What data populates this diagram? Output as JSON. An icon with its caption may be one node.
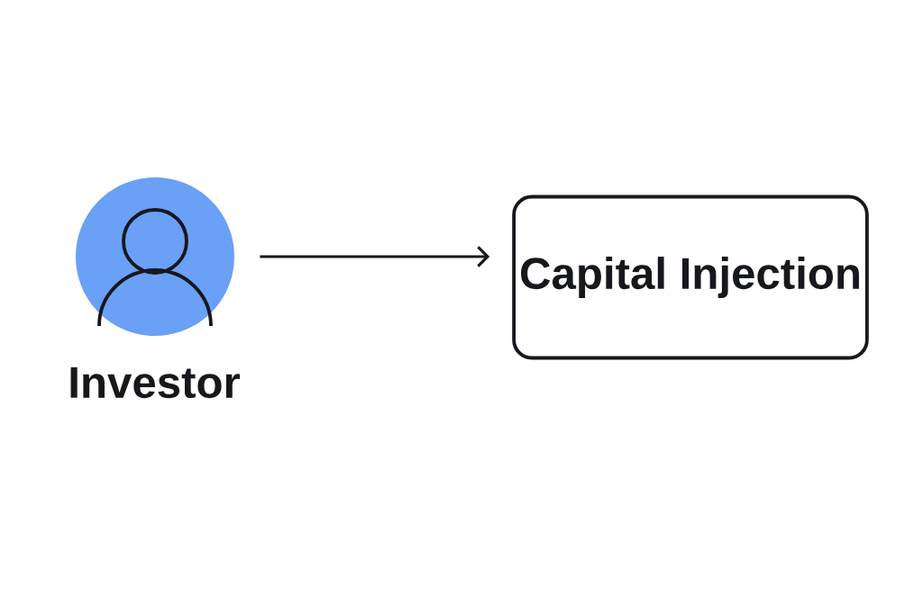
{
  "diagram": {
    "nodes": [
      {
        "text": [
          "Investor"
        ]
      },
      {
        "text": [
          "Capital Injection"
        ]
      }
    ],
    "edges": [
      {
        "from": 0,
        "to": 1,
        "arrow": "to"
      }
    ]
  }
}
